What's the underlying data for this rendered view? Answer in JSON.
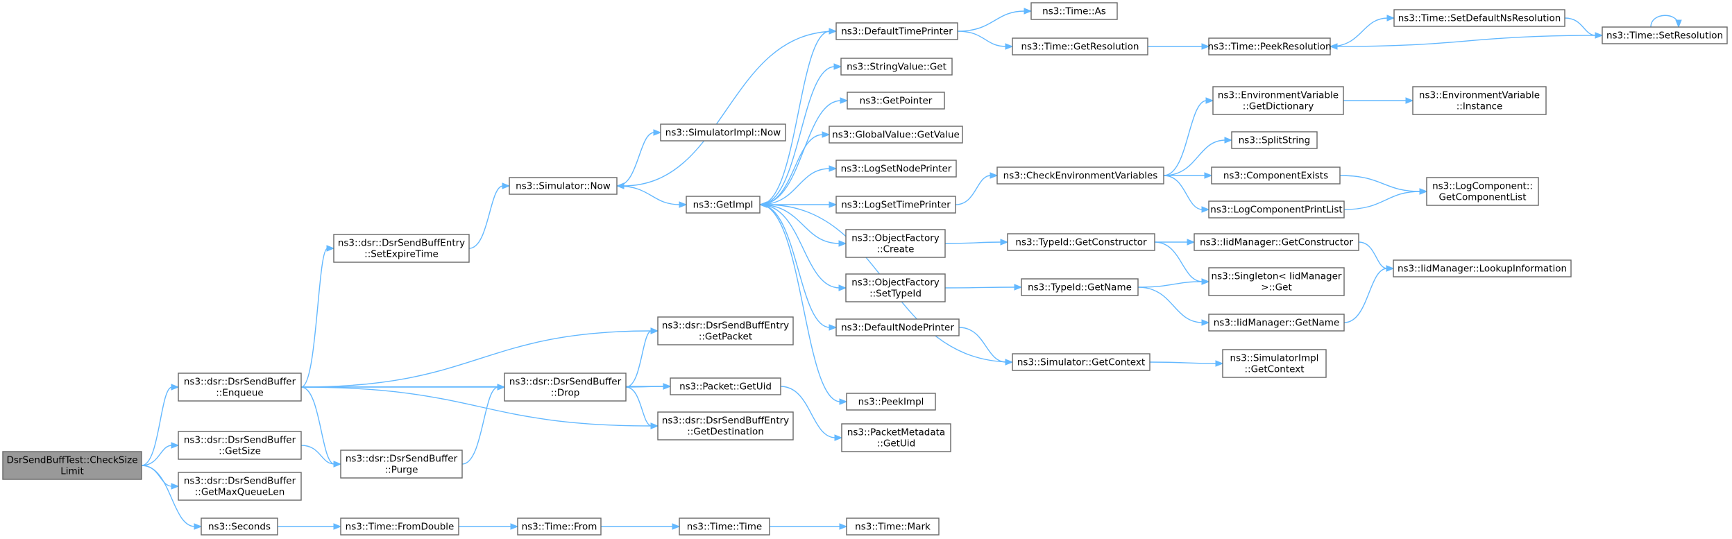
{
  "nodes": {
    "root": [
      "DsrSendBuffTest::CheckSize",
      "Limit"
    ],
    "enqueue": [
      "ns3::dsr::DsrSendBuffer",
      "::Enqueue"
    ],
    "getsize": [
      "ns3::dsr::DsrSendBuffer",
      "::GetSize"
    ],
    "getmaxqueuelen": [
      "ns3::dsr::DsrSendBuffer",
      "::GetMaxQueueLen"
    ],
    "seconds": [
      "ns3::Seconds"
    ],
    "setexpiretime": [
      "ns3::dsr::DsrSendBuffEntry",
      "::SetExpireTime"
    ],
    "purge": [
      "ns3::dsr::DsrSendBuffer",
      "::Purge"
    ],
    "drop": [
      "ns3::dsr::DsrSendBuffer",
      "::Drop"
    ],
    "getpacket": [
      "ns3::dsr::DsrSendBuffEntry",
      "::GetPacket"
    ],
    "packetgetuid": [
      "ns3::Packet::GetUid"
    ],
    "getdestination": [
      "ns3::dsr::DsrSendBuffEntry",
      "::GetDestination"
    ],
    "fromdouble": [
      "ns3::Time::FromDouble"
    ],
    "from": [
      "ns3::Time::From"
    ],
    "time": [
      "ns3::Time::Time"
    ],
    "mark": [
      "ns3::Time::Mark"
    ],
    "simnow": [
      "ns3::Simulator::Now"
    ],
    "simimplnow": [
      "ns3::SimulatorImpl::Now"
    ],
    "getimpl": [
      "ns3::GetImpl"
    ],
    "defaulttimeprinter": [
      "ns3::DefaultTimePrinter"
    ],
    "stringvalueget": [
      "ns3::StringValue::Get"
    ],
    "getpointer": [
      "ns3::GetPointer"
    ],
    "globalvalueget": [
      "ns3::GlobalValue::GetValue"
    ],
    "logsetnodeprinter": [
      "ns3::LogSetNodePrinter"
    ],
    "logsettimeprinter": [
      "ns3::LogSetTimePrinter"
    ],
    "ofcreate": [
      "ns3::ObjectFactory",
      "::Create"
    ],
    "ofsettypeid": [
      "ns3::ObjectFactory",
      "::SetTypeId"
    ],
    "defaultnodeprinter": [
      "ns3::DefaultNodePrinter"
    ],
    "peekimpl": [
      "ns3::PeekImpl"
    ],
    "pmgetuid": [
      "ns3::PacketMetadata",
      "::GetUid"
    ],
    "timeas": [
      "ns3::Time::As"
    ],
    "timegetres": [
      "ns3::Time::GetResolution"
    ],
    "checkenv": [
      "ns3::CheckEnvironmentVariables"
    ],
    "typeidgetctor": [
      "ns3::TypeId::GetConstructor"
    ],
    "typeidgetname": [
      "ns3::TypeId::GetName"
    ],
    "simgetcontext": [
      "ns3::Simulator::GetContext"
    ],
    "timepeekres": [
      "ns3::Time::PeekResolution"
    ],
    "envgetdict": [
      "ns3::EnvironmentVariable",
      "::GetDictionary"
    ],
    "splitstring": [
      "ns3::SplitString"
    ],
    "componentexists": [
      "ns3::ComponentExists"
    ],
    "logcompprintlist": [
      "ns3::LogComponentPrintList"
    ],
    "iidgetctor": [
      "ns3::IidManager::GetConstructor"
    ],
    "singletonget": [
      "ns3::Singleton< IidManager",
      " >::Get"
    ],
    "iidgetname": [
      "ns3::IidManager::GetName"
    ],
    "simimplgetcontext": [
      "ns3::SimulatorImpl",
      "::GetContext"
    ],
    "timesetdefaultres": [
      "ns3::Time::SetDefaultNsResolution"
    ],
    "envinstance": [
      "ns3::EnvironmentVariable",
      "::Instance"
    ],
    "logcompgetlist": [
      "ns3::LogComponent::",
      "GetComponentList"
    ],
    "iidlookup": [
      "ns3::IidManager::LookupInformation"
    ],
    "timesetres": [
      "ns3::Time::SetResolution"
    ]
  },
  "edges": [
    [
      "root",
      "enqueue"
    ],
    [
      "root",
      "getsize"
    ],
    [
      "root",
      "getmaxqueuelen"
    ],
    [
      "root",
      "seconds"
    ],
    [
      "enqueue",
      "setexpiretime"
    ],
    [
      "enqueue",
      "getpacket"
    ],
    [
      "enqueue",
      "packetgetuid"
    ],
    [
      "enqueue",
      "drop"
    ],
    [
      "enqueue",
      "getdestination"
    ],
    [
      "enqueue",
      "purge"
    ],
    [
      "getsize",
      "purge"
    ],
    [
      "purge",
      "drop"
    ],
    [
      "drop",
      "getpacket"
    ],
    [
      "drop",
      "packetgetuid"
    ],
    [
      "drop",
      "getdestination"
    ],
    [
      "packetgetuid",
      "pmgetuid"
    ],
    [
      "seconds",
      "fromdouble"
    ],
    [
      "fromdouble",
      "from"
    ],
    [
      "from",
      "time"
    ],
    [
      "time",
      "mark"
    ],
    [
      "setexpiretime",
      "simnow"
    ],
    [
      "simnow",
      "simimplnow"
    ],
    [
      "simnow",
      "getimpl"
    ],
    [
      "getimpl",
      "defaulttimeprinter"
    ],
    [
      "getimpl",
      "stringvalueget"
    ],
    [
      "getimpl",
      "getpointer"
    ],
    [
      "getimpl",
      "globalvalueget"
    ],
    [
      "getimpl",
      "logsetnodeprinter"
    ],
    [
      "getimpl",
      "logsettimeprinter"
    ],
    [
      "getimpl",
      "ofcreate"
    ],
    [
      "getimpl",
      "ofsettypeid"
    ],
    [
      "getimpl",
      "defaultnodeprinter"
    ],
    [
      "getimpl",
      "peekimpl"
    ],
    [
      "defaulttimeprinter",
      "simnow"
    ],
    [
      "defaulttimeprinter",
      "timeas"
    ],
    [
      "defaulttimeprinter",
      "timegetres"
    ],
    [
      "timegetres",
      "timepeekres"
    ],
    [
      "timepeekres",
      "timesetdefaultres"
    ],
    [
      "timesetdefaultres",
      "timesetres"
    ],
    [
      "timesetres",
      "timepeekres"
    ],
    [
      "timesetres",
      "timesetres"
    ],
    [
      "logsettimeprinter",
      "checkenv"
    ],
    [
      "checkenv",
      "envgetdict"
    ],
    [
      "checkenv",
      "splitstring"
    ],
    [
      "checkenv",
      "componentexists"
    ],
    [
      "checkenv",
      "logcompprintlist"
    ],
    [
      "envgetdict",
      "envinstance"
    ],
    [
      "componentexists",
      "logcompgetlist"
    ],
    [
      "logcompprintlist",
      "logcompgetlist"
    ],
    [
      "ofcreate",
      "typeidgetctor"
    ],
    [
      "typeidgetctor",
      "iidgetctor"
    ],
    [
      "typeidgetctor",
      "singletonget"
    ],
    [
      "iidgetctor",
      "iidlookup"
    ],
    [
      "ofsettypeid",
      "typeidgetname"
    ],
    [
      "typeidgetname",
      "singletonget"
    ],
    [
      "typeidgetname",
      "iidgetname"
    ],
    [
      "iidgetname",
      "iidlookup"
    ],
    [
      "defaultnodeprinter",
      "simgetcontext"
    ],
    [
      "simgetcontext",
      "getimpl"
    ],
    [
      "simgetcontext",
      "simimplgetcontext"
    ]
  ]
}
